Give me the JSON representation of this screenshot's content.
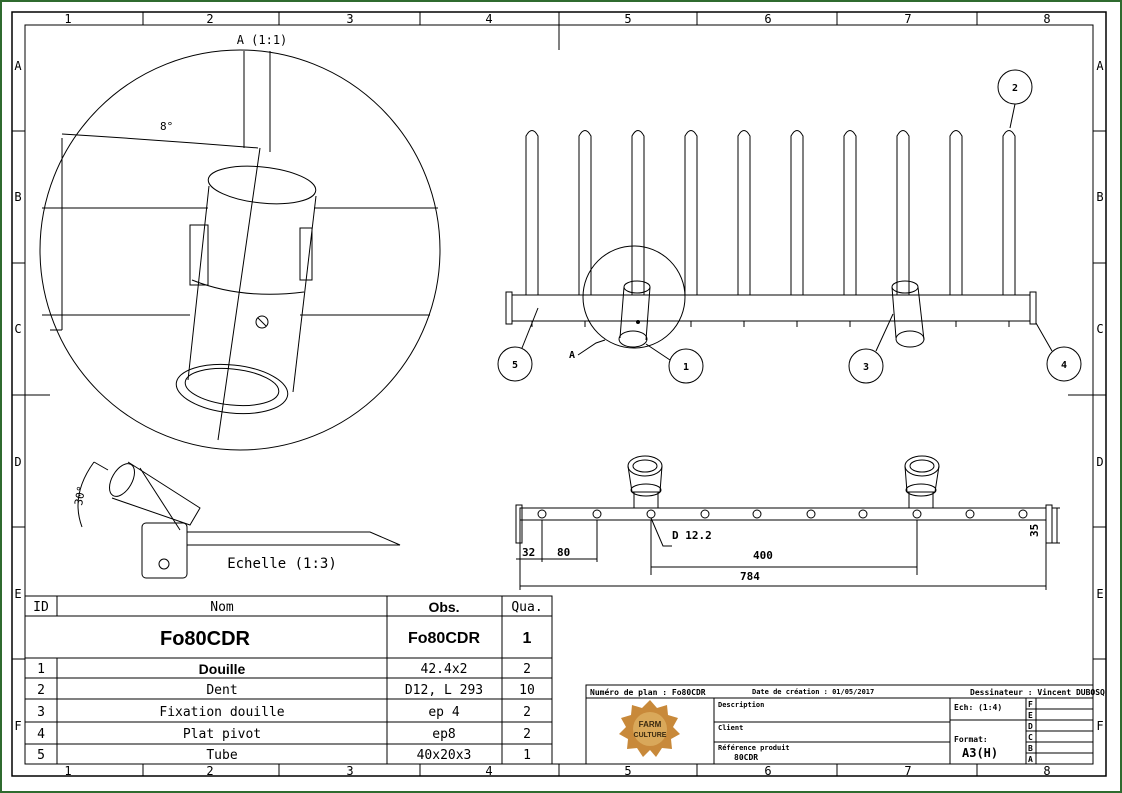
{
  "frame": {
    "col_labels": [
      "1",
      "2",
      "3",
      "4",
      "5",
      "6",
      "7",
      "8"
    ],
    "row_labels": [
      "A",
      "B",
      "C",
      "D",
      "E",
      "F"
    ]
  },
  "detail": {
    "title": "A (1:1)",
    "angle": "8°"
  },
  "side_view": {
    "angle": "30°",
    "scale_label": "Echelle (1:3)"
  },
  "callouts": {
    "c1": "1",
    "c2": "2",
    "c3": "3",
    "c4": "4",
    "c5": "5",
    "section_ref": "A"
  },
  "dimensions": {
    "hole": "D 12.2",
    "d32": "32",
    "d80": "80",
    "d400": "400",
    "d784": "784",
    "d35": "35"
  },
  "bom": {
    "headers": {
      "id": "ID",
      "name": "Nom",
      "obs": "Obs.",
      "qty": "Qua."
    },
    "assembly": {
      "name": "Fo80CDR",
      "obs": "Fo80CDR",
      "qty": "1"
    },
    "rows": [
      {
        "id": "1",
        "name": "Douille",
        "obs": "42.4x2",
        "qty": "2"
      },
      {
        "id": "2",
        "name": "Dent",
        "obs": "D12, L 293",
        "qty": "10"
      },
      {
        "id": "3",
        "name": "Fixation douille",
        "obs": "ep 4",
        "qty": "2"
      },
      {
        "id": "4",
        "name": "Plat pivot",
        "obs": "ep8",
        "qty": "2"
      },
      {
        "id": "5",
        "name": "Tube",
        "obs": "40x20x3",
        "qty": "1"
      }
    ]
  },
  "title_block": {
    "plan_number": "Numéro de plan : Fo80CDR",
    "creation_date": "Date de création : 01/05/2017",
    "designer": "Dessinateur : Vincent DUBOSQ",
    "description_label": "Description",
    "client_label": "Client",
    "ref_label": "Référence produit",
    "ref_value": "80CDR",
    "scale": "Ech: (1:4)",
    "format_label": "Format:",
    "format_value": "A3(H)",
    "revisions": [
      "F",
      "E",
      "D",
      "C",
      "B",
      "A"
    ],
    "logo_text": [
      "FARM",
      "CULTURE"
    ]
  },
  "colors": {
    "line": "#000000",
    "logo": "#c8893a",
    "border_green": "#2f6b2f"
  }
}
